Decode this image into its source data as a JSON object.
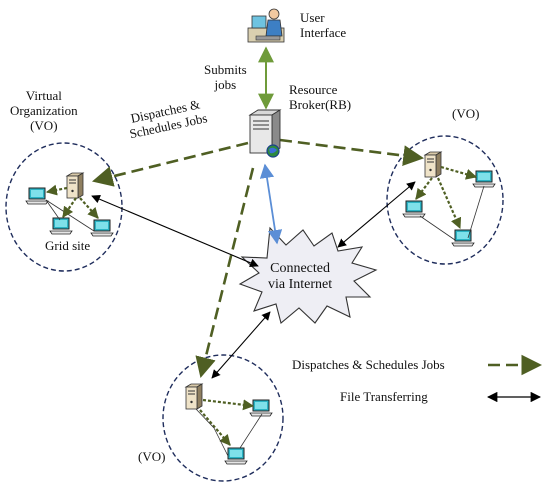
{
  "labels": {
    "user_interface_line1": "User",
    "user_interface_line2": "Interface",
    "submits_line1": "Submits",
    "submits_line2": "jobs",
    "resource_broker_line1": "Resource",
    "resource_broker_line2": "Broker(RB)",
    "virtual_org_line1": "Virtual",
    "virtual_org_line2": "Organization",
    "virtual_org_line3": "(VO)",
    "dispatch_line1": "Dispatches &",
    "dispatch_line2": "Schedules Jobs",
    "vo_right": "(VO)",
    "vo_bottom": "(VO)",
    "grid_site": "Grid site",
    "internet_line1": "Connected",
    "internet_line2": "via Internet"
  },
  "legend": {
    "dispatch": "Dispatches & Schedules Jobs",
    "file_transfer": "File Transferring"
  },
  "colors": {
    "dispatch": "#4f5f23",
    "submit": "#6f9b3a",
    "rb_link": "#5b8ed6",
    "file_transfer": "#000000",
    "vo_border": "#1f2d5c",
    "monitor": "#2bb3c4"
  },
  "icons": {
    "user": "user-workstation-icon",
    "broker": "server-globe-icon",
    "node_server": "server-tower-icon",
    "node_pc": "monitor-icon",
    "internet": "star-burst-icon"
  }
}
